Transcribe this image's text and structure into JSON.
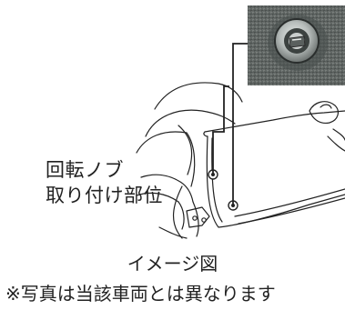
{
  "callout": {
    "line1": "回転ノブ",
    "line2": "取り付け部位"
  },
  "caption": "イメージ図",
  "note": "※写真は当該車両とは異なります",
  "colors": {
    "line": "#222222",
    "text": "#222222",
    "photo_bg": "#6f7472"
  },
  "icons": {
    "knob": "rotary-knob-closeup"
  }
}
